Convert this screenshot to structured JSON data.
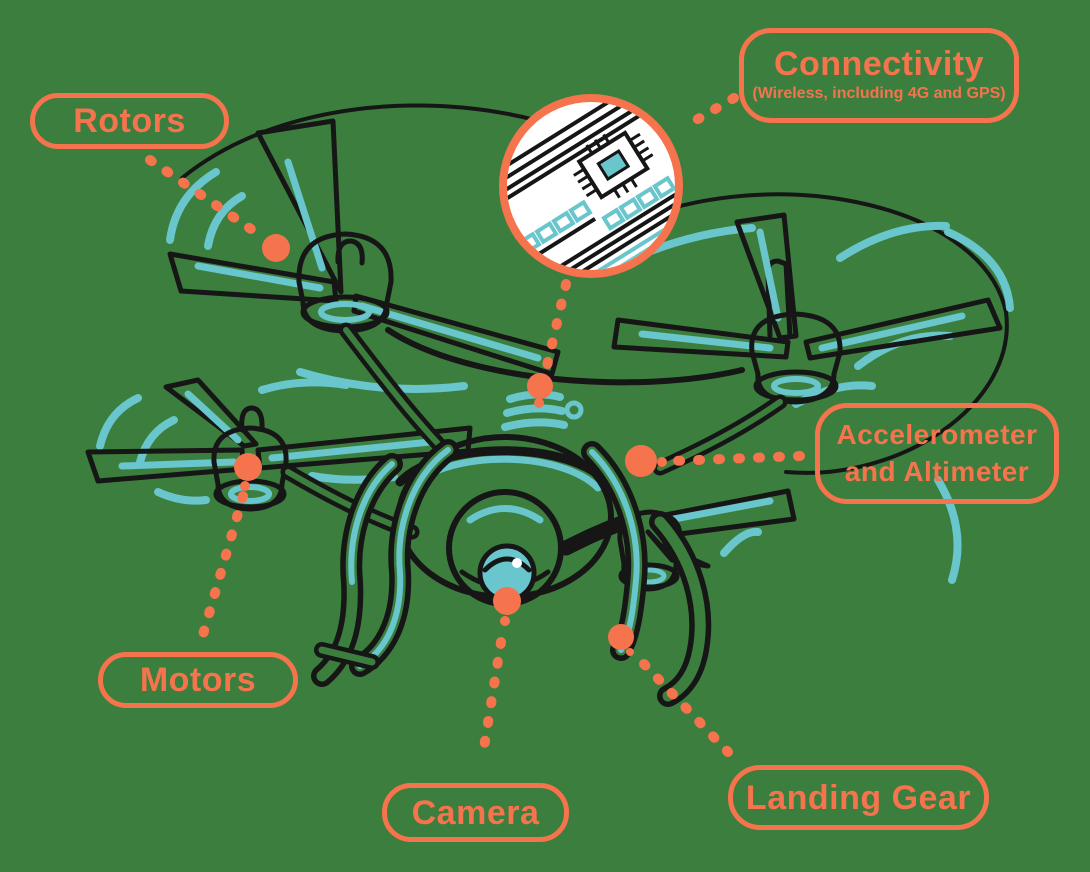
{
  "figure": {
    "type": "labeled-diagram",
    "subject": "quadcopter drone line illustration",
    "inset": "magnified circuit board showing the wireless connectivity module"
  },
  "colors": {
    "background": "#3C7E3D",
    "accent_orange": "#F5744D",
    "teal": "#68C6CC",
    "line_black": "#161616",
    "inset_fill": "#FFFFFF"
  },
  "labels": {
    "rotors": {
      "text": "Rotors",
      "points_to": "front-left rotor blade"
    },
    "connectivity": {
      "title": "Connectivity",
      "subtitle": "(Wireless, including 4G and GPS)",
      "points_to": "circuit board inset and wireless module on drone body"
    },
    "accelerometer": {
      "line1": "Accelerometer",
      "line2": "and Altimeter",
      "points_to": "right arm of drone frame"
    },
    "motors": {
      "text": "Motors",
      "points_to": "rear-left motor pod"
    },
    "camera": {
      "text": "Camera",
      "points_to": "camera gimbal lens"
    },
    "landing_gear": {
      "text": "Landing Gear",
      "points_to": "front-right landing leg"
    }
  }
}
